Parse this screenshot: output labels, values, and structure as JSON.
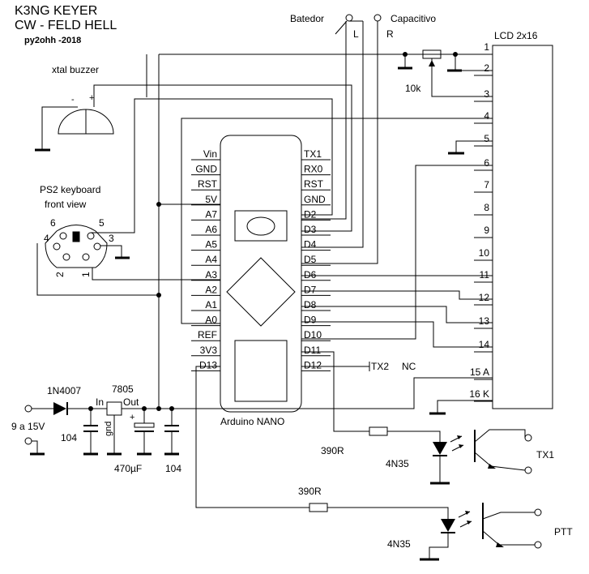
{
  "title": {
    "line1": "K3NG KEYER",
    "line2": "CW - FELD HELL",
    "author": "py2ohh -2018"
  },
  "labels": {
    "buzzer": "xtal buzzer",
    "buzzer_minus": "-",
    "buzzer_plus": "+",
    "ps2_title1": "PS2 keyboard",
    "ps2_title2": "front view",
    "ps2_pins": [
      "6",
      "5",
      "4",
      "3",
      "2",
      "1"
    ],
    "batedor": "Batedor",
    "batedor_l": "L",
    "capacitivo": "Capacitivo",
    "capacitivo_r": "R",
    "pot": "10k",
    "lcd": "LCD 2x16",
    "lcd_pins": [
      "1",
      "2",
      "3",
      "4",
      "5",
      "6",
      "7",
      "8",
      "9",
      "10",
      "11",
      "12",
      "13",
      "14",
      "15 A",
      "16 K"
    ],
    "diode": "1N4007",
    "input_v": "9 a 15V",
    "cap1": "104",
    "reg": "7805",
    "reg_in": "In",
    "reg_out": "Out",
    "reg_gnd": "gnd",
    "elec_cap": "470µF",
    "cap2": "104",
    "arduino": "Arduino  NANO",
    "tx2": "TX2",
    "nc": "NC",
    "r1": "390R",
    "opto1": "4N35",
    "tx1": "TX1",
    "r2": "390R",
    "opto2": "4N35",
    "ptt": "PTT"
  },
  "arduino_left_pins": [
    "Vin",
    "GND",
    "RST",
    "5V",
    "A7",
    "A6",
    "A5",
    "A4",
    "A3",
    "A2",
    "A1",
    "A0",
    "REF",
    "3V3",
    "D13"
  ],
  "arduino_right_pins": [
    "TX1",
    "RX0",
    "RST",
    "GND",
    "D2",
    "D3",
    "D4",
    "D5",
    "D6",
    "D7",
    "D8",
    "D9",
    "D10",
    "D11",
    "D12"
  ]
}
